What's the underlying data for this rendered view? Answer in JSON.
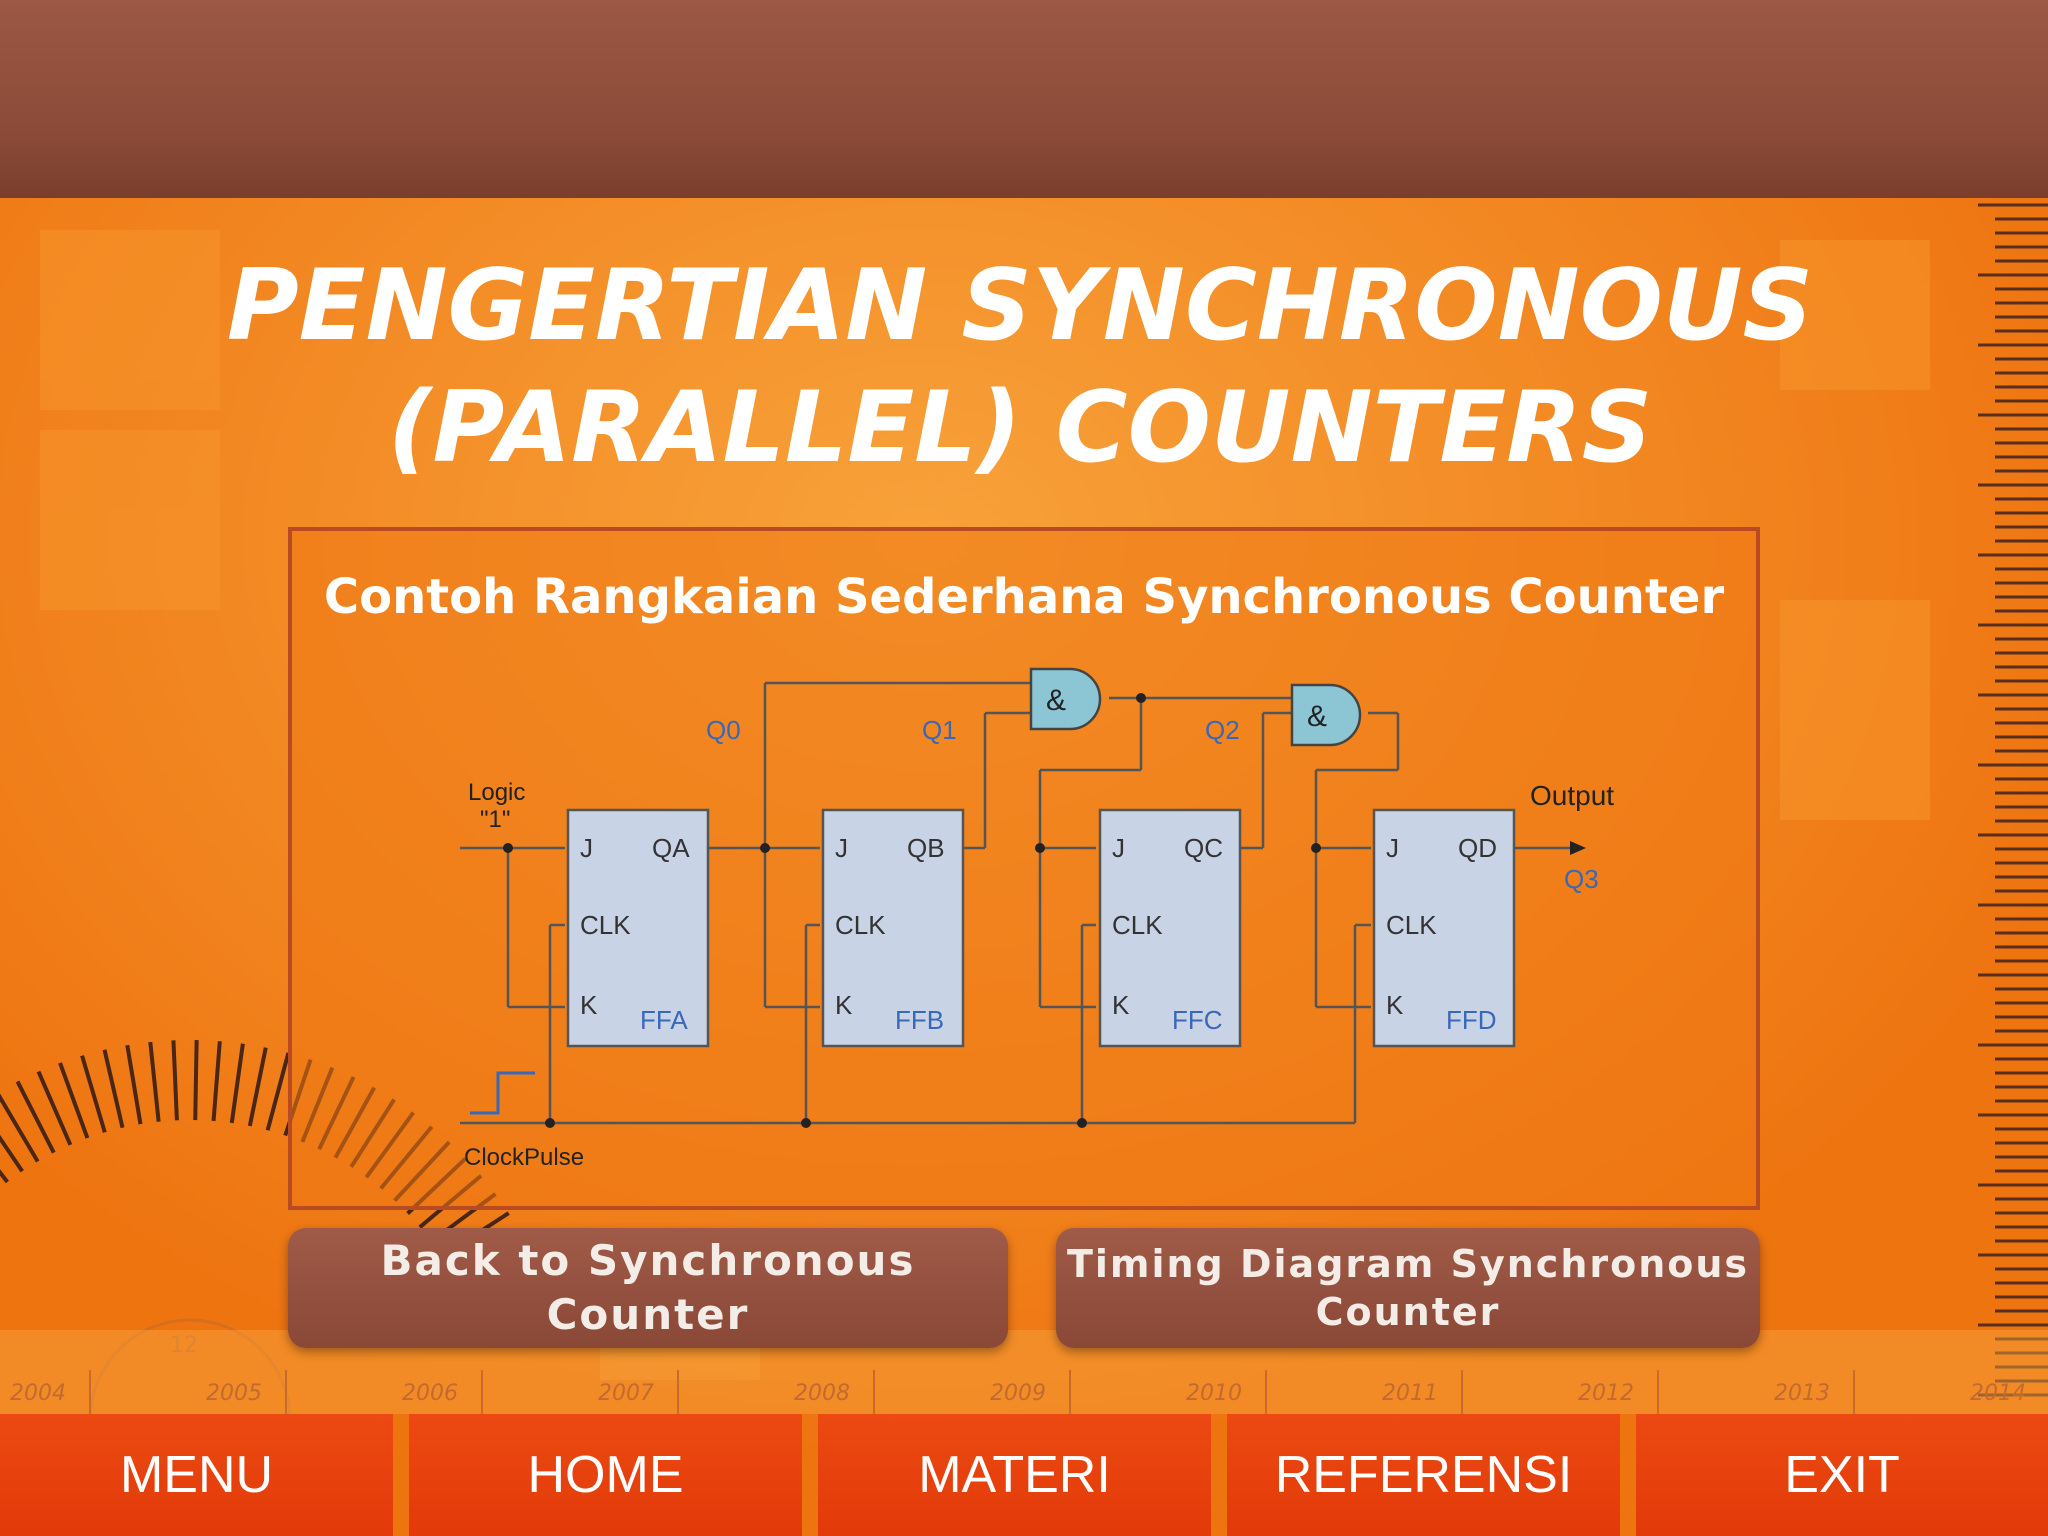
{
  "title": {
    "line1": "PENGERTIAN SYNCHRONOUS",
    "line2": "(PARALLEL) COUNTERS"
  },
  "content": {
    "subtitle": "Contoh Rangkaian Sederhana Synchronous Counter"
  },
  "circuit": {
    "logic_label1": "Logic",
    "logic_label2": "\"1\"",
    "clock_label": "ClockPulse",
    "output_label": "Output",
    "gate_symbol": "&",
    "pin_j": "J",
    "pin_clk": "CLK",
    "pin_k": "K",
    "flipflops": [
      {
        "name": "FFA",
        "q": "QA"
      },
      {
        "name": "FFB",
        "q": "QB"
      },
      {
        "name": "FFC",
        "q": "QC"
      },
      {
        "name": "FFD",
        "q": "QD"
      }
    ],
    "q_labels": [
      "Q0",
      "Q1",
      "Q2",
      "Q3"
    ]
  },
  "buttons": {
    "back": [
      "Back to Synchronous",
      "Counter"
    ],
    "timing": [
      "Timing Diagram Synchronous",
      "Counter"
    ]
  },
  "background": {
    "years": [
      "2004",
      "2005",
      "2006",
      "2007",
      "2008",
      "2009",
      "2010",
      "2011",
      "2012",
      "2013",
      "2014"
    ],
    "clock_number": "12"
  },
  "nav": [
    "MENU",
    "HOME",
    "MATERI",
    "REFERENSI",
    "EXIT"
  ],
  "colors": {
    "background": "#f07a12",
    "topbar": "#8a4a37",
    "frame_border": "#b84a24",
    "button": "#94503d",
    "nav": "#e64010",
    "flipflop_fill": "#c9d3e6",
    "gate_fill": "#8cc6d4",
    "ff_label": "#3a68b8"
  }
}
